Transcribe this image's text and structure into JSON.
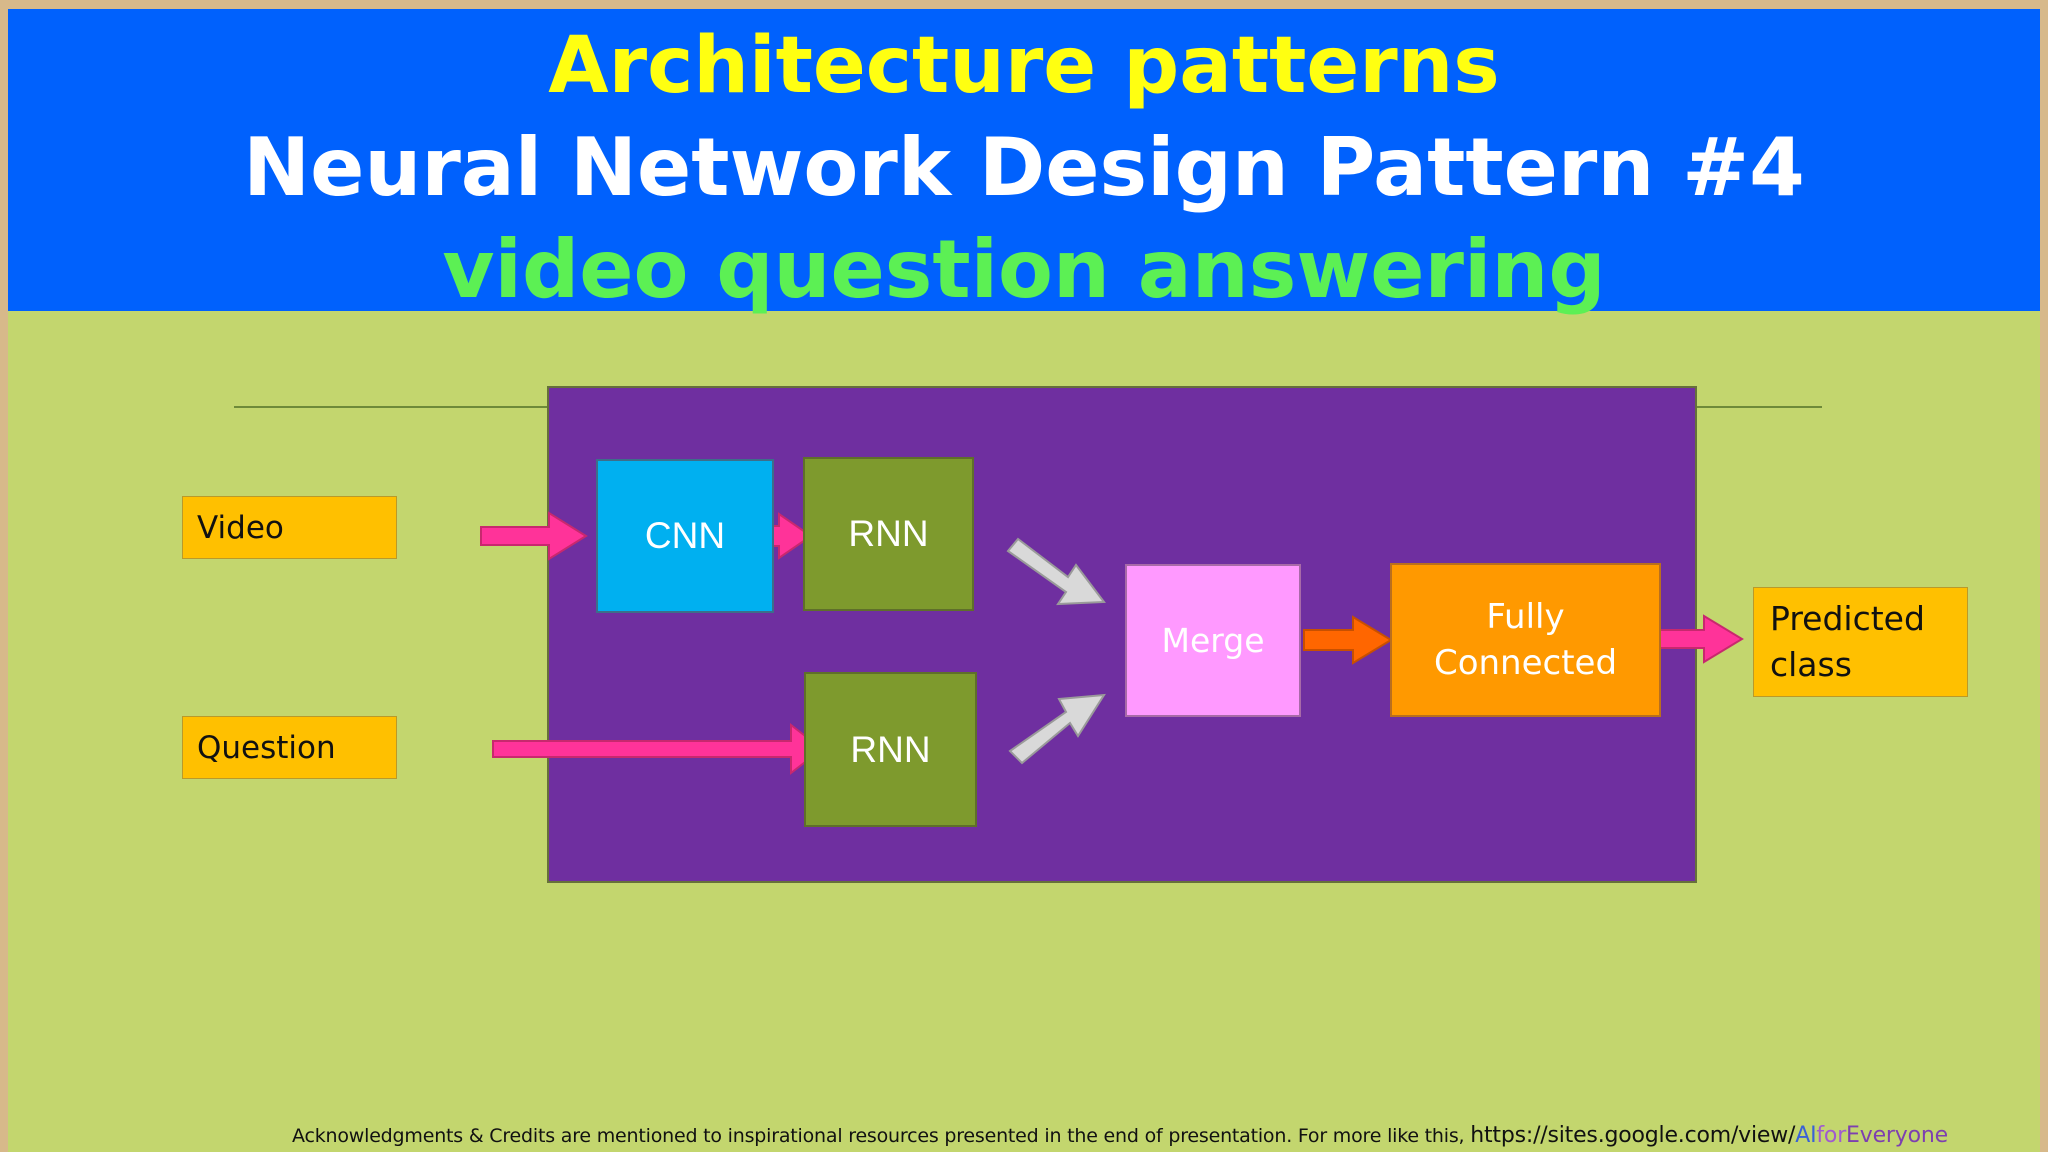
{
  "header": {
    "line1": "Architecture patterns",
    "line2": "Neural Network Design Pattern #4",
    "line3": "video question answering"
  },
  "colors": {
    "banner": "#0061fd",
    "slide_background": "#c3d66e",
    "panel": "#6f2fa0",
    "input_label": "#ffc000",
    "cnn": "#00b0f0",
    "rnn": "#7e9a2d",
    "merge": "#ff99ff",
    "fully_connected": "#ff9900",
    "arrow_pink": "#ff3399",
    "arrow_orange": "#ff6600",
    "arrow_gray": "#d9d9d9"
  },
  "diagram": {
    "inputs": {
      "video": "Video",
      "question": "Question"
    },
    "nodes": {
      "cnn": "CNN",
      "rnn_video": "RNN",
      "rnn_question": "RNN",
      "merge": "Merge",
      "fully_connected_line1": "Fully",
      "fully_connected_line2": "Connected"
    },
    "output": {
      "line1": "Predicted",
      "line2": "class"
    },
    "flow": [
      [
        "Video",
        "CNN"
      ],
      [
        "CNN",
        "RNN"
      ],
      [
        "Question",
        "RNN"
      ],
      [
        "RNN",
        "Merge"
      ],
      [
        "RNN",
        "Merge"
      ],
      [
        "Merge",
        "Fully Connected"
      ],
      [
        "Fully Connected",
        "Predicted class"
      ]
    ]
  },
  "footer": {
    "text": "Acknowledgments & Credits are mentioned to inspirational resources presented in the end of presentation.  For more like this, ",
    "url_prefix": "https://sites.google.com/view/",
    "url_ai": "AI",
    "url_for": "for",
    "url_everyone": "Everyone"
  }
}
